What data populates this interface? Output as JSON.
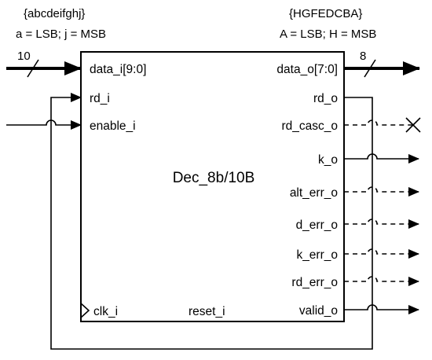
{
  "block": {
    "title": "Dec_8b/10B"
  },
  "annotations": {
    "input_order": "{abcdeifghj}",
    "input_lsb_msb": "a = LSB; j = MSB",
    "output_order": "{HGFEDCBA}",
    "output_lsb_msb": "A = LSB; H = MSB",
    "input_bus_width": "10",
    "output_bus_width": "8"
  },
  "ports": {
    "data_i": "data_i[9:0]",
    "rd_i": "rd_i",
    "enable_i": "enable_i",
    "clk_i": "clk_i",
    "reset_i": "reset_i",
    "data_o": "data_o[7:0]",
    "rd_o": "rd_o",
    "rd_casc_o": "rd_casc_o",
    "k_o": "k_o",
    "alt_err_o": "alt_err_o",
    "d_err_o": "d_err_o",
    "k_err_o": "k_err_o",
    "rd_err_o": "rd_err_o",
    "valid_o": "valid_o"
  }
}
